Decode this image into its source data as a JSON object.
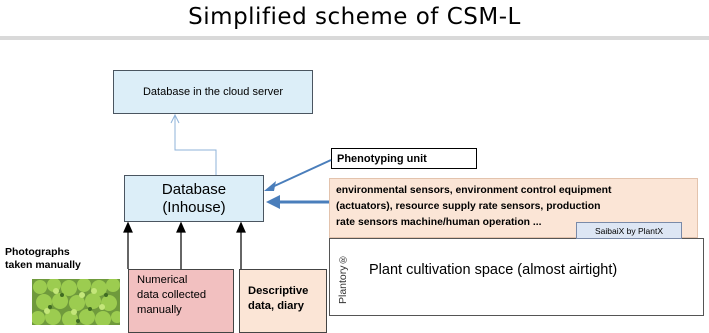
{
  "title": "Simplified scheme of CSM-L",
  "cloud_db": {
    "label": "Database in the cloud server"
  },
  "inhouse_db": {
    "line1": "Database",
    "line2": "(Inhouse)"
  },
  "phenotyping": {
    "label": "Phenotyping unit"
  },
  "environment": {
    "line1": "environmental sensors, environment control equipment",
    "line2": "(actuators), resource supply rate sensors, production",
    "line3": "rate  sensors  machine/human operation  ..."
  },
  "saibaix": {
    "label": "SaibaiX by PlantX"
  },
  "cultivation": {
    "brand": "Plantory®",
    "label": "Plant cultivation space (almost airtight)"
  },
  "photographs": {
    "line1": "Photographs",
    "line2": "taken manually"
  },
  "numerical": {
    "line1": "Numerical",
    "line2": "data collected",
    "line3": "manually"
  },
  "descriptive": {
    "line1": "Descriptive",
    "line2": "data, diary"
  },
  "colors": {
    "db_box": "#dceef8",
    "env_box": "#fbe5d6",
    "numerical_box": "#f2c0c0",
    "arrow_blue": "#4a7ebb",
    "title_band": "#d9d9d9"
  }
}
